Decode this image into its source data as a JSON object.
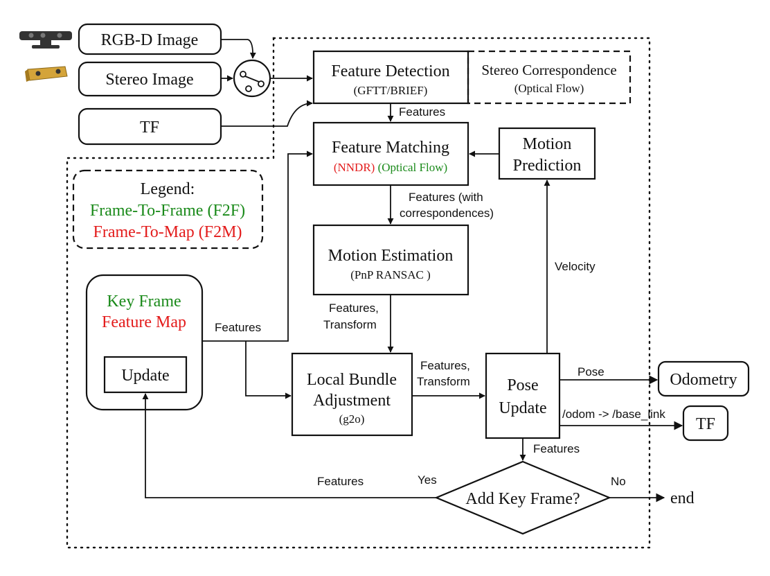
{
  "inputs": {
    "rgbd": "RGB-D Image",
    "stereo": "Stereo Image",
    "tf": "TF"
  },
  "legend": {
    "title": "Legend:",
    "f2f": "Frame-To-Frame (F2F)",
    "f2m": "Frame-To-Map (F2M)"
  },
  "blocks": {
    "feature_detection": {
      "title": "Feature Detection",
      "sub": "(GFTT/BRIEF)"
    },
    "stereo_correspondence": {
      "title": "Stereo Correspondence",
      "sub": "(Optical Flow)"
    },
    "feature_matching": {
      "title": "Feature Matching",
      "sub_f2m": "(NNDR)",
      "sub_f2f": "(Optical Flow)"
    },
    "motion_prediction": {
      "line1": "Motion",
      "line2": "Prediction"
    },
    "motion_estimation": {
      "title": "Motion Estimation",
      "sub": "(PnP RANSAC )"
    },
    "key_frame": {
      "f2f": "Key Frame",
      "f2m": "Feature Map",
      "update": "Update"
    },
    "local_ba": {
      "line1": "Local Bundle",
      "line2": "Adjustment",
      "sub": "(g2o)"
    },
    "pose_update": {
      "line1": "Pose",
      "line2": "Update"
    },
    "decision": "Add Key Frame?",
    "odometry": "Odometry",
    "tf_out": "TF",
    "end": "end"
  },
  "edges": {
    "features_detect_match": "Features",
    "features_corr_1": "Features (with",
    "features_corr_2": "correspondences)",
    "velocity": "Velocity",
    "features_transform_1a": "Features,",
    "features_transform_1b": "Transform",
    "features_keyframe": "Features",
    "features_transform_2a": "Features,",
    "features_transform_2b": "Transform",
    "pose": "Pose",
    "odom_tf": "/odom -> /base_link",
    "features_pose_decision": "Features",
    "features_yes": "Features",
    "yes": "Yes",
    "no": "No"
  },
  "colors": {
    "f2f": "#1a8a1a",
    "f2m": "#e31b1b",
    "line": "#111111"
  }
}
